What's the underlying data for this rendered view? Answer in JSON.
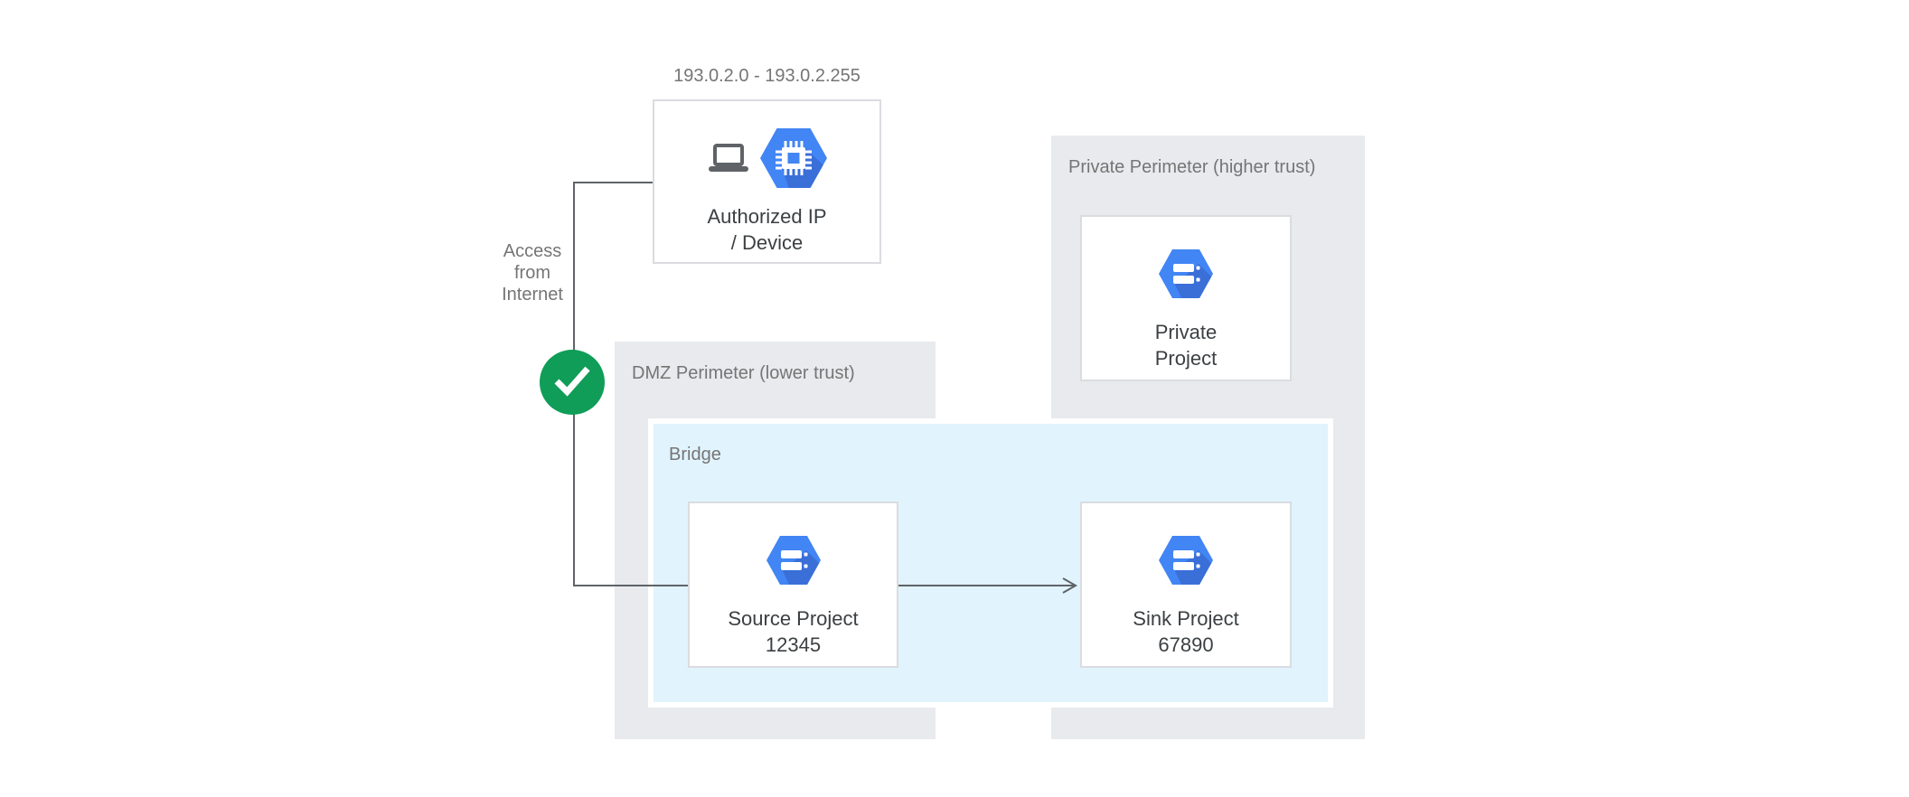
{
  "diagram": {
    "ip_range_label": "193.0.2.0 - 193.0.2.255",
    "authorized_device": {
      "title": [
        "Authorized IP",
        "/ Device"
      ]
    },
    "access_label": {
      "lines": [
        "Access",
        "from",
        "Internet"
      ]
    },
    "dmz_perimeter": {
      "label": "DMZ Perimeter (lower trust)"
    },
    "private_perimeter": {
      "label": "Private Perimeter (higher trust)"
    },
    "bridge": {
      "label": "Bridge"
    },
    "source_project": {
      "title": [
        "Source Project",
        "12345"
      ]
    },
    "sink_project": {
      "title": [
        "Sink Project",
        "67890"
      ]
    },
    "private_project": {
      "title": [
        "Private",
        "Project"
      ]
    },
    "icons": {
      "laptop": "laptop-icon",
      "chip_hexagon": "cloud-chip-hexagon-icon",
      "project_hexagon": "project-servers-hexagon-icon",
      "check": "check-icon",
      "arrow": "arrow-right"
    },
    "colors": {
      "perimeter_bg": "#e8eaed",
      "bridge_bg": "#e1f3fd",
      "bridge_border": "#ffffff",
      "node_border": "#dadce0",
      "hexagon_blue": "#4285f4",
      "hexagon_shadow": "#3a6fd8",
      "check_green": "#0f9d58",
      "connector": "#5f6368",
      "label_gray": "#757575",
      "title_dark": "#3c4043"
    }
  }
}
